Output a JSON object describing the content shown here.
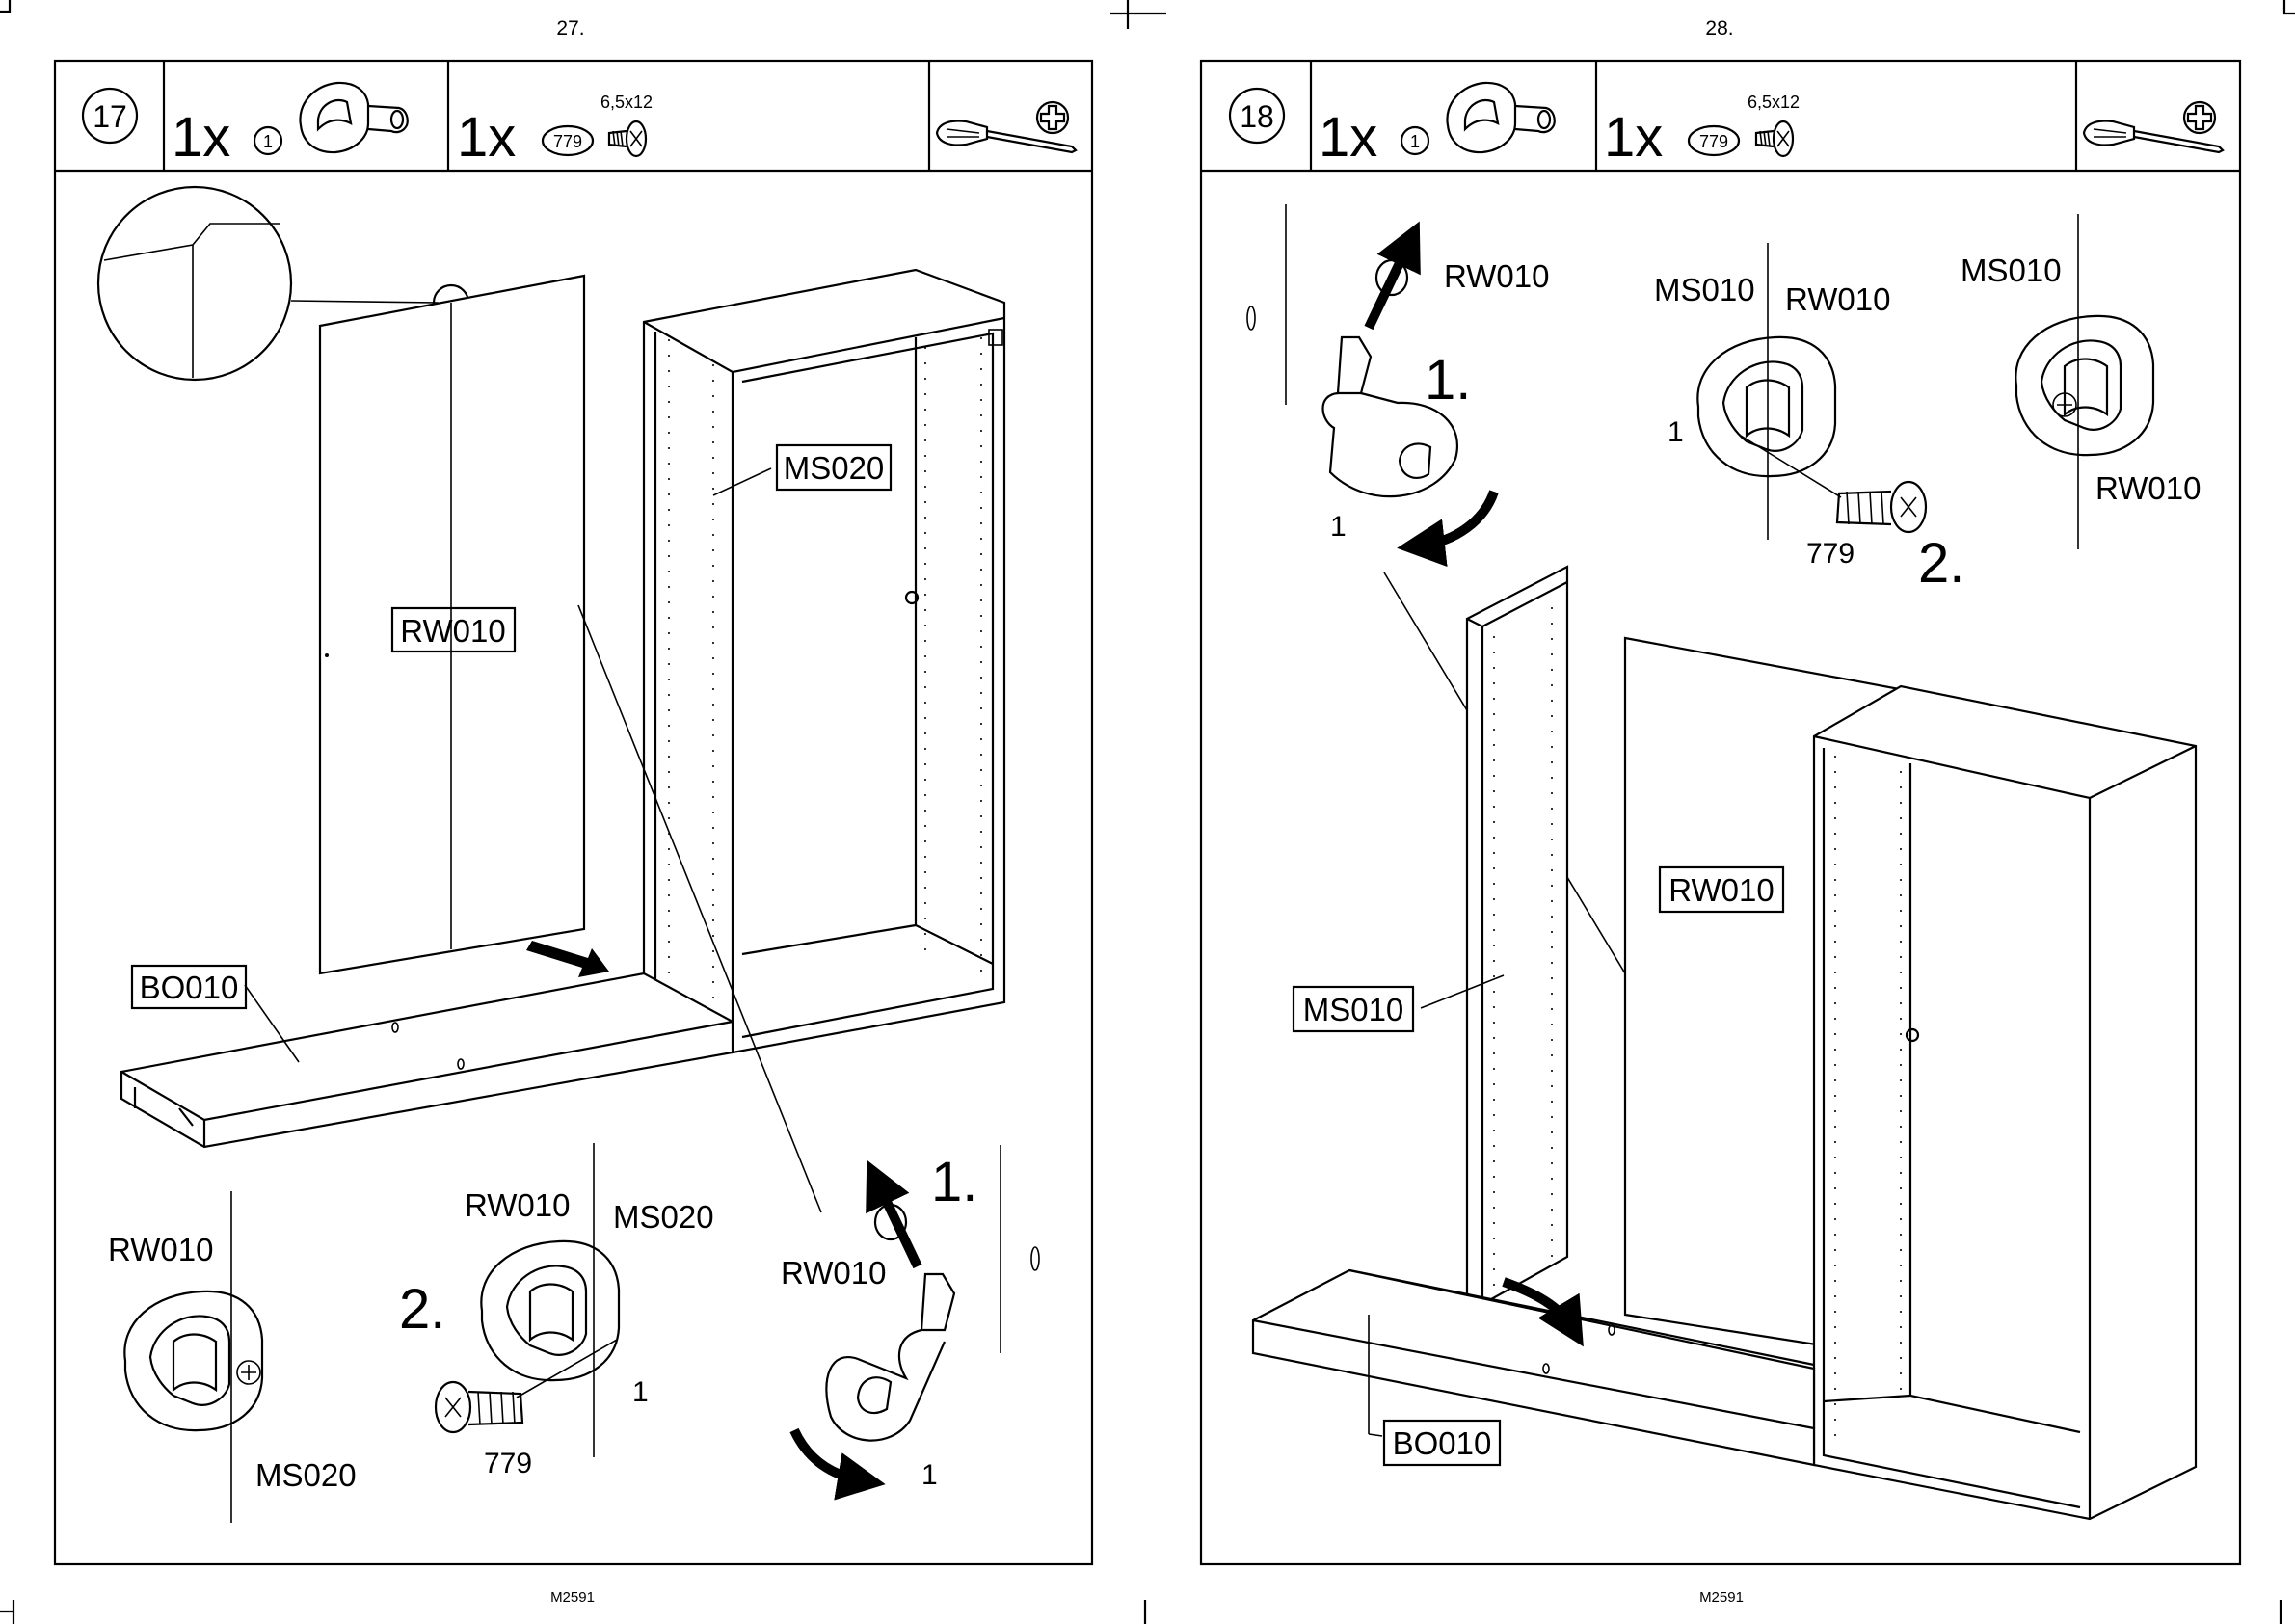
{
  "left_page": {
    "page_number": "27.",
    "footer": "M2591",
    "step": {
      "number": "17",
      "part1": {
        "qty": "1x",
        "code": "1"
      },
      "part2": {
        "qty": "1x",
        "code": "779",
        "size": "6,5x12"
      }
    },
    "labels": {
      "rw010_main": "RW010",
      "ms020_main": "MS020",
      "bo010_main": "BO010",
      "d1_rw010": "RW010",
      "d1_ms020": "MS020",
      "d2_rw010": "RW010",
      "d2_ms020": "MS020",
      "d2_step": "2.",
      "d2_part1": "1",
      "d2_screw": "779",
      "d3_rw010": "RW010",
      "d3_step": "1.",
      "d3_part1": "1"
    }
  },
  "right_page": {
    "page_number": "28.",
    "footer": "M2591",
    "step": {
      "number": "18",
      "part1": {
        "qty": "1x",
        "code": "1"
      },
      "part2": {
        "qty": "1x",
        "code": "779",
        "size": "6,5x12"
      }
    },
    "labels": {
      "d1_rw010": "RW010",
      "d1_step": "1.",
      "d1_part1": "1",
      "d2_ms010": "MS010",
      "d2_rw010": "RW010",
      "d2_part1": "1",
      "d2_screw": "779",
      "d2_step": "2.",
      "d3_ms010": "MS010",
      "d3_rw010": "RW010",
      "rw010_main": "RW010",
      "ms010_main": "MS010",
      "bo010_main": "BO010"
    }
  },
  "icons": [
    "screwdriver-icon",
    "phillips-head-icon",
    "cam-lock-fitting-icon",
    "screw-icon"
  ]
}
